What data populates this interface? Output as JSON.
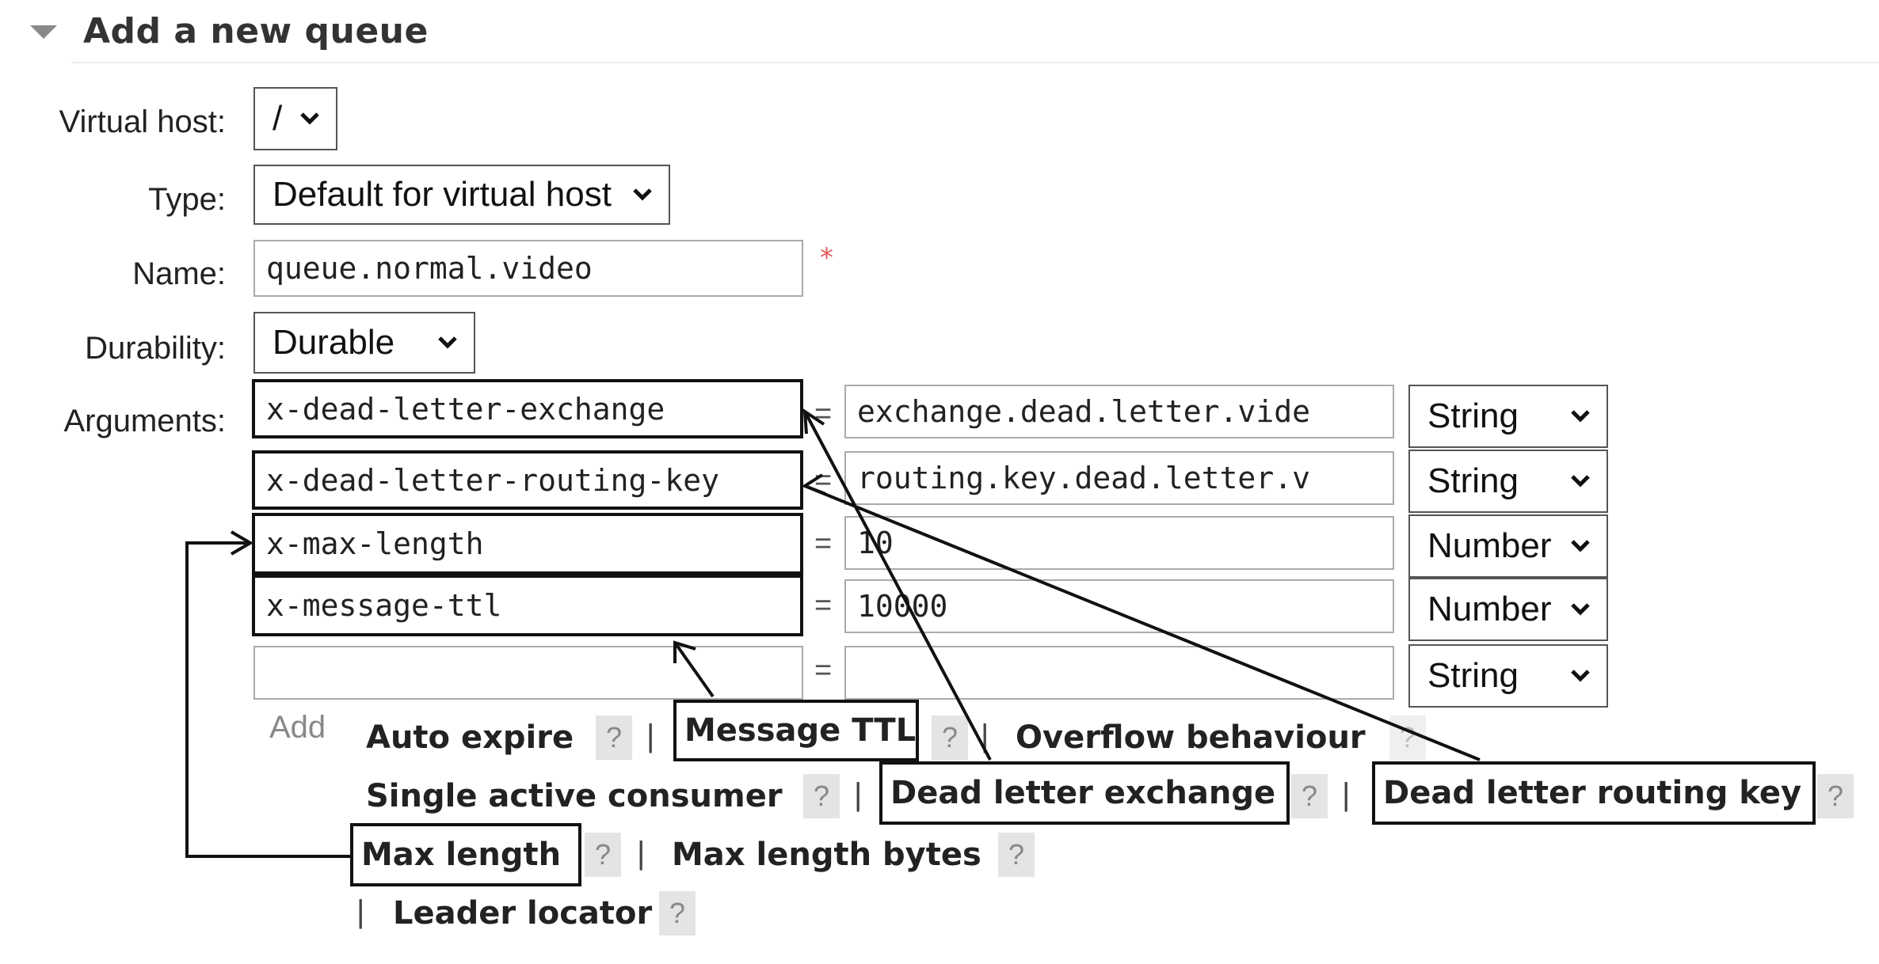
{
  "section": {
    "title": "Add a new queue",
    "toggle_icon": "collapse-triangle-icon"
  },
  "form": {
    "virtual_host": {
      "label": "Virtual host:",
      "value": "/"
    },
    "type": {
      "label": "Type:",
      "value": "Default for virtual host"
    },
    "name": {
      "label": "Name:",
      "value": "queue.normal.video",
      "required_mark": "*"
    },
    "durability": {
      "label": "Durability:",
      "value": "Durable"
    },
    "arguments_label": "Arguments:",
    "arguments": [
      {
        "key": "x-dead-letter-exchange",
        "equals": "=",
        "value": "exchange.dead.letter.vide",
        "type": "String"
      },
      {
        "key": "x-dead-letter-routing-key",
        "equals": "=",
        "value": "routing.key.dead.letter.v",
        "type": "String"
      },
      {
        "key": "x-max-length",
        "equals": "=",
        "value": "10",
        "type": "Number"
      },
      {
        "key": "x-message-ttl",
        "equals": "=",
        "value": "10000",
        "type": "Number"
      },
      {
        "key": "",
        "equals": "=",
        "value": "",
        "type": "String"
      }
    ]
  },
  "add_label": "Add",
  "argument_links": {
    "auto_expire": "Auto expire",
    "message_ttl": "Message TTL",
    "overflow_behaviour": "Overflow behaviour",
    "single_active_consumer": "Single active consumer",
    "dead_letter_exchange": "Dead letter exchange",
    "dead_letter_routing_key": "Dead letter routing key",
    "max_length": "Max length",
    "max_length_bytes": "Max length bytes",
    "leader_locator": "Leader locator",
    "help": "?",
    "separator": "|"
  },
  "colors": {
    "highlight_border": "#111111",
    "help_bg": "#e4e4e4",
    "required": "#e55b5b"
  }
}
